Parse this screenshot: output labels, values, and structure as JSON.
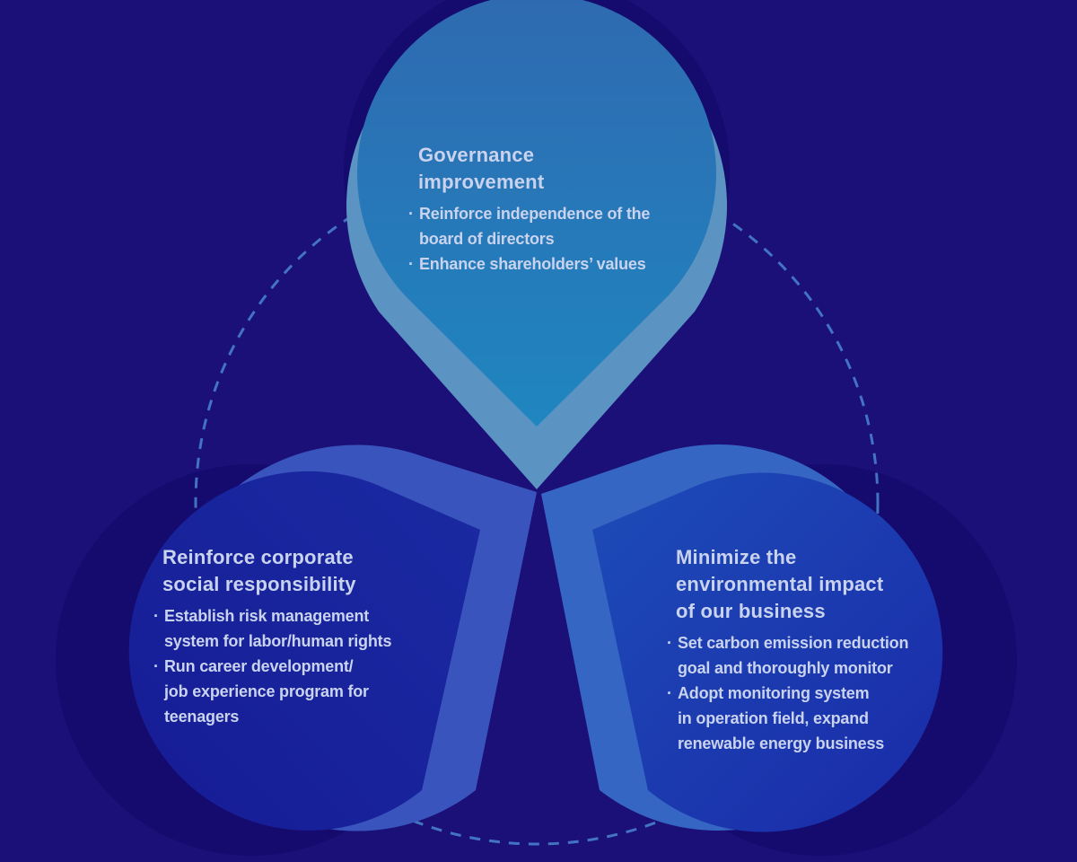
{
  "colors": {
    "background": "#1b0f78",
    "shadow": "#130a6b",
    "top_petal": "#2474ba",
    "top_petal_rim": "#5b93c2",
    "side_petal": "#1c2ca8",
    "side_petal_rim": "#3a54bd",
    "dashed_circle": "#4a86cf",
    "text": "#c9d3ee"
  },
  "petals": {
    "governance": {
      "title": [
        "Governance",
        "improvement"
      ],
      "items": [
        [
          "Reinforce independence of the",
          "board of directors"
        ],
        [
          "Enhance shareholders’ values"
        ]
      ]
    },
    "social": {
      "title": [
        "Reinforce corporate",
        "social responsibility"
      ],
      "items": [
        [
          "Establish risk management",
          "system for labor/human rights"
        ],
        [
          "Run career development/",
          "job experience program for",
          "teenagers"
        ]
      ]
    },
    "environment": {
      "title": [
        "Minimize the",
        "environmental impact",
        "of our business"
      ],
      "items": [
        [
          "Set carbon emission reduction",
          "goal and thoroughly monitor"
        ],
        [
          "Adopt monitoring system",
          "in operation field, expand",
          "renewable energy business"
        ]
      ]
    }
  }
}
